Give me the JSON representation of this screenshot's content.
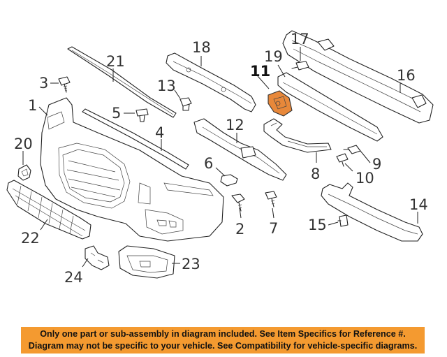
{
  "callouts": {
    "c1": "1",
    "c2": "2",
    "c3": "3",
    "c4": "4",
    "c5": "5",
    "c6": "6",
    "c7": "7",
    "c8": "8",
    "c9": "9",
    "c10": "10",
    "c11": "11",
    "c12": "12",
    "c13": "13",
    "c14": "14",
    "c15": "15",
    "c16": "16",
    "c17": "17",
    "c18": "18",
    "c19": "19",
    "c20": "20",
    "c21": "21",
    "c22": "22",
    "c23": "23",
    "c24": "24"
  },
  "highlighted_part": "11",
  "colors": {
    "highlight": "#e8883a",
    "notice_bg": "#f49a30"
  },
  "notice": {
    "line1": "Only one part or sub-assembly in diagram included. See Item Specifics for Reference #.",
    "line2": "Diagram may not be specific to your vehicle. See Compatibility for vehicle-specific diagrams."
  }
}
